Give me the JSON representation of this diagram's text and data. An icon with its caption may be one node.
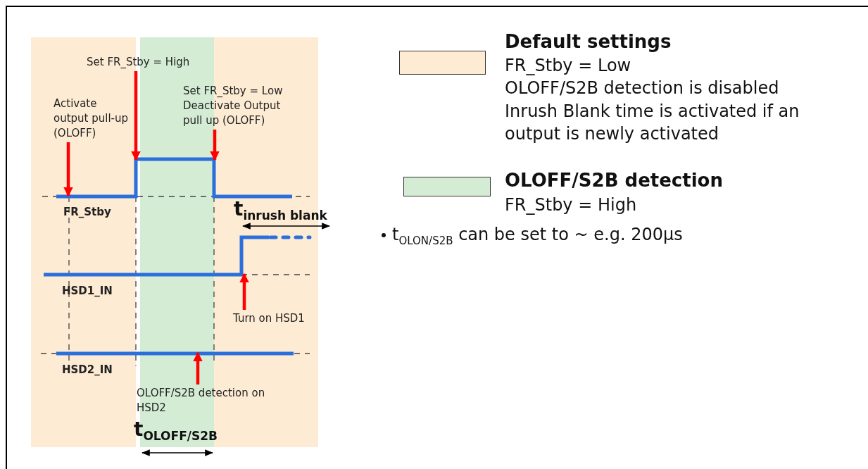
{
  "diagram": {
    "nodes": [
      {
        "text": [
          "Set FR_Stby = High"
        ]
      },
      {
        "text": [
          "Activate output pull-up (OLOFF)"
        ]
      },
      {
        "text": [
          "Set FR_Stby = Low",
          "Deactivate Output pull up (OLOFF)"
        ]
      },
      {
        "text": [
          "Turn on HSD1"
        ]
      },
      {
        "text": [
          "OLOFF/S2B detection on HSD2"
        ]
      },
      {
        "text": [],
        "shape": "line",
        "beside": [
          "FR_Stby"
        ]
      },
      {
        "text": [],
        "shape": "line",
        "beside": [
          "HSD1_IN"
        ]
      },
      {
        "text": [],
        "shape": "line",
        "beside": [
          "HSD2_IN"
        ]
      }
    ],
    "edges": [
      {
        "from": 0,
        "to": 5,
        "arrow": "to"
      },
      {
        "from": 1,
        "to": 5,
        "arrow": "to"
      },
      {
        "from": 2,
        "to": 5,
        "arrow": "to"
      },
      {
        "from": 3,
        "to": 6,
        "arrow": "to"
      },
      {
        "from": 4,
        "to": 7,
        "arrow": "to"
      }
    ],
    "labels": [
      "t$_{inrush blank}$",
      "t$_{OLOFF/S2B}$",
      "FR_Stby = Low",
      "OLOFF/S2B detection is disabled",
      "Inrush Blank time is activated if an output is newly activated",
      "FR_Stby = High",
      "t$_{OLON/S2B}$ can be set to ~ e.g. 200µs"
    ],
    "legend": [
      {
        "text": "Default settings",
        "color": "#fdebd3"
      },
      {
        "text": "OLOFF/S2B detection",
        "color": "#d3ecd3"
      }
    ]
  }
}
